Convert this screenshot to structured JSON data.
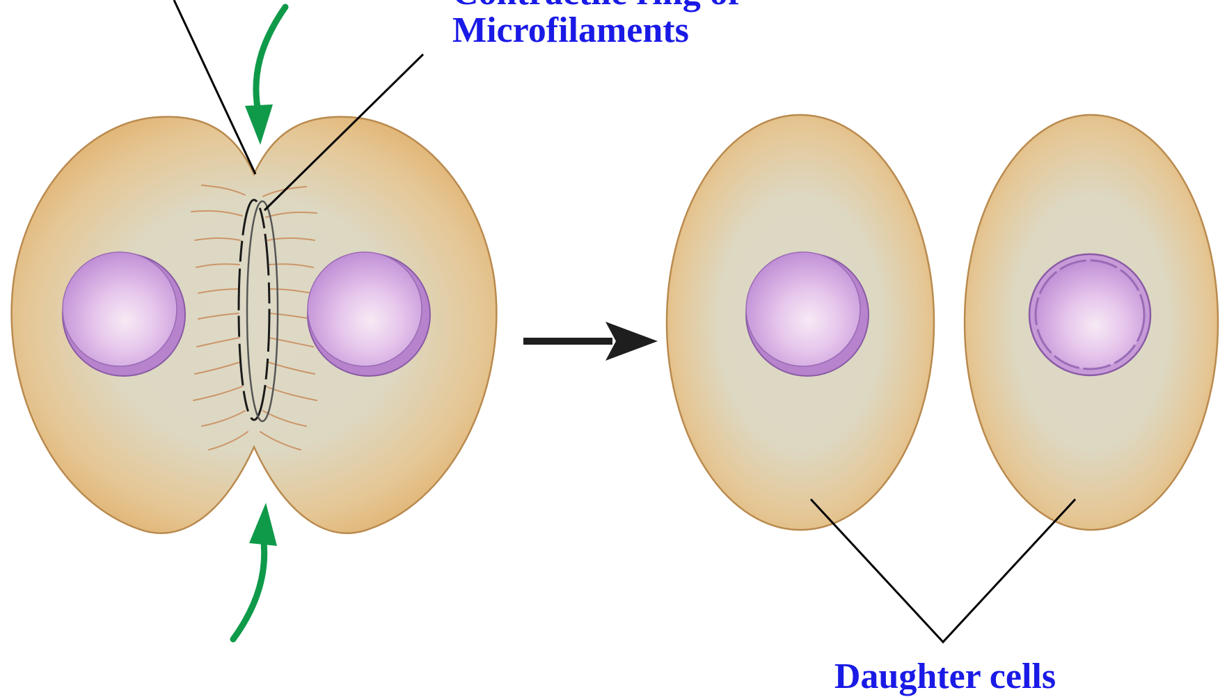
{
  "labels": {
    "top_partial": "Contractile ring of",
    "microfilaments": "Microfilaments",
    "daughter_cells": "Daughter cells"
  },
  "colors": {
    "label_text": "#1a1ae6",
    "cell_fill_center": "#ddd9c6",
    "cell_fill_edge": "#e2b779",
    "cell_outline": "#b98a4e",
    "nucleus_fill": "#c79ad8",
    "nucleus_highlight": "#f7eaf5",
    "nucleus_outline": "#8a5aa6",
    "squeeze_arrow": "#0f9a4a",
    "process_arrow": "#1e1e1e",
    "leader_line": "#000000",
    "filament": "#c98a5a"
  },
  "icons": {
    "squeeze_arrows": "curved-arrow-icon",
    "process_arrow": "right-arrow-icon"
  }
}
